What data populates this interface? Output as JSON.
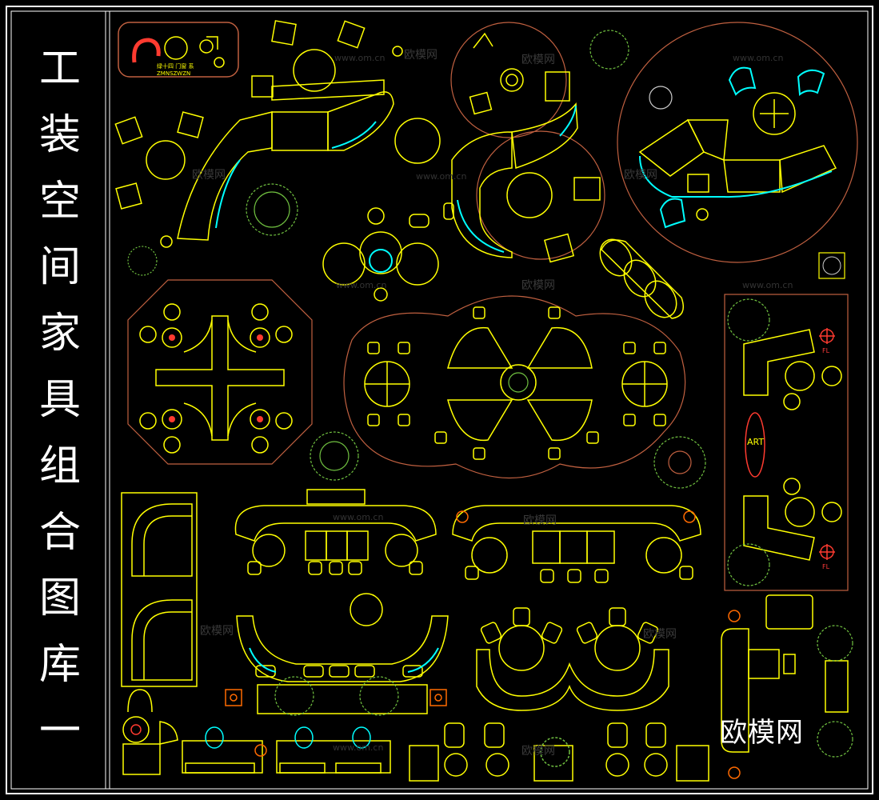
{
  "title": {
    "chars": [
      "工",
      "装",
      "空",
      "间",
      "家",
      "具",
      "组",
      "合",
      "图",
      "库",
      "一"
    ]
  },
  "labels": {
    "art": "ART",
    "fl_top": "FL",
    "fl_bottom": "FL",
    "brand": "欧模网",
    "logo_small_top": "绿十四 门窗 系",
    "logo_small_bottom": "ZMNSZWZN"
  },
  "watermarks": {
    "text": "欧模网",
    "url": "www.om.cn"
  },
  "colors": {
    "background": "#000000",
    "frame": "#ffffff",
    "furniture": "#ffff00",
    "furniture_dim": "#d8d860",
    "accent_cyan": "#00ffff",
    "plant": "#70c040",
    "boundary": "#c06040",
    "marker_red": "#ff3b30",
    "marker_orange": "#ff6a00"
  }
}
